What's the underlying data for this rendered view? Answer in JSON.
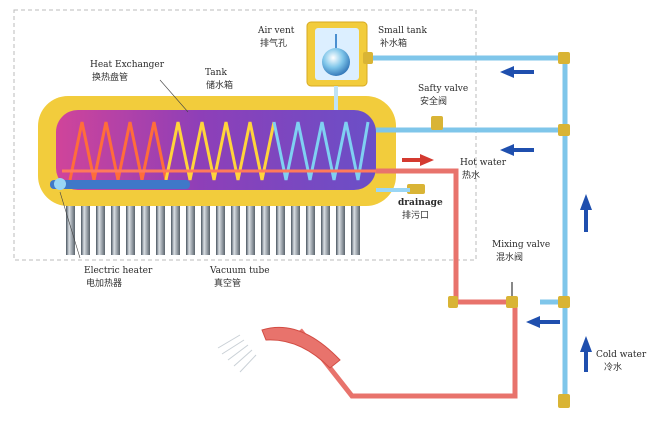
{
  "labels": {
    "air_vent": "Air vent",
    "air_vent_cn": "排气孔",
    "small_tank": "Small tank",
    "small_tank_cn": "补水箱",
    "heat_exchanger": "Heat Exchanger",
    "heat_exchanger_cn": "换热盘管",
    "tank": "Tank",
    "tank_cn": "储水箱",
    "safety_valve": "Safty valve",
    "safety_valve_cn": "安全阀",
    "hot_water": "Hot water",
    "hot_water_cn": "热水",
    "drainage": "drainage",
    "drainage_cn": "排污口",
    "mixing_valve": "Mixing valve",
    "mixing_valve_cn": "混水阀",
    "electric_heater": "Electric heater",
    "electric_heater_cn": "电加热器",
    "vacuum_tube": "Vacuum tube",
    "vacuum_tube_cn": "真空管",
    "cold_water": "Cold water",
    "cold_water_cn": "冷水"
  },
  "colors": {
    "tank_jacket": "#f2cc3c",
    "tank_inner": "#8e3fb8",
    "hot_pipe": "#e8736c",
    "cold_pipe": "#7fc6ea",
    "arrow_blue": "#1f4fae",
    "arrow_red": "#d43a30",
    "valve": "#d9b435"
  }
}
